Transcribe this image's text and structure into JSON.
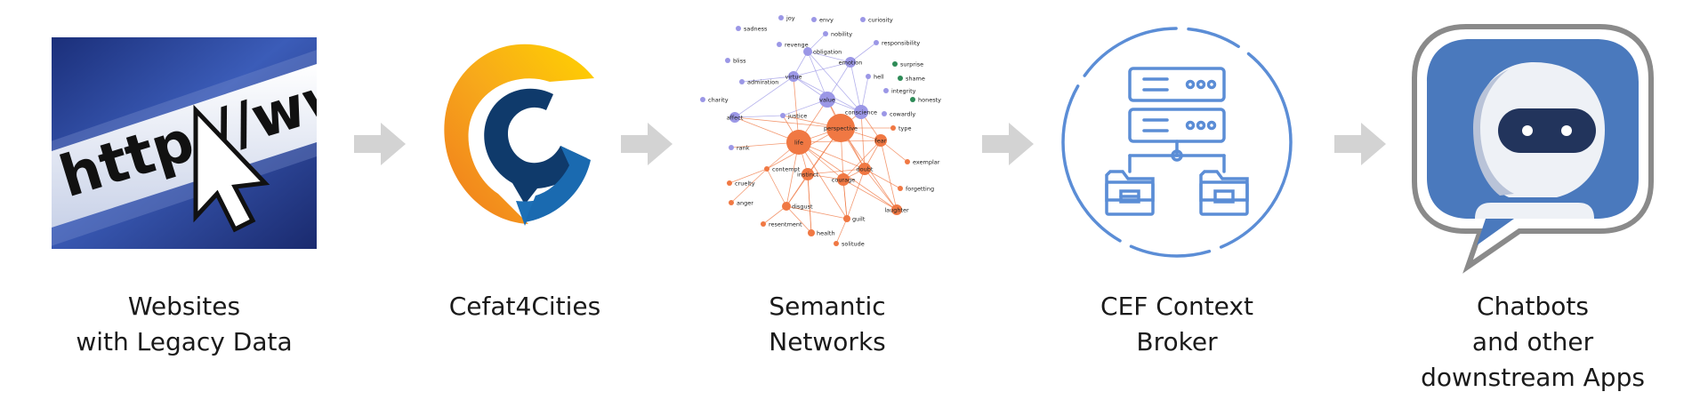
{
  "stages": [
    {
      "id": "websites",
      "icon": "browser-url-cursor-icon",
      "url_text": "http://www",
      "label_lines": [
        "Websites",
        "with Legacy Data"
      ]
    },
    {
      "id": "cefat4cities",
      "icon": "cefat4cities-logo",
      "label_lines": [
        "Cefat4Cities"
      ]
    },
    {
      "id": "semantic-networks",
      "icon": "semantic-network-graph",
      "label_lines": [
        "Semantic",
        "Networks"
      ]
    },
    {
      "id": "cef-context-broker",
      "icon": "server-folders-icon",
      "label_lines": [
        "CEF Context",
        "Broker"
      ]
    },
    {
      "id": "chatbots",
      "icon": "chatbot-robot-icon",
      "label_lines": [
        "Chatbots",
        "and other",
        "downstream Apps"
      ]
    }
  ],
  "network": {
    "nodes": [
      {
        "label": "joy",
        "group": "purple"
      },
      {
        "label": "sadness",
        "group": "purple"
      },
      {
        "label": "envy",
        "group": "purple"
      },
      {
        "label": "curiosity",
        "group": "purple"
      },
      {
        "label": "nobility",
        "group": "purple"
      },
      {
        "label": "revenge",
        "group": "purple"
      },
      {
        "label": "responsibility",
        "group": "purple"
      },
      {
        "label": "obligation",
        "group": "purple"
      },
      {
        "label": "bliss",
        "group": "purple"
      },
      {
        "label": "surprise",
        "group": "green"
      },
      {
        "label": "emotion",
        "group": "purple"
      },
      {
        "label": "hell",
        "group": "purple"
      },
      {
        "label": "shame",
        "group": "green"
      },
      {
        "label": "admiration",
        "group": "purple"
      },
      {
        "label": "virtue",
        "group": "purple"
      },
      {
        "label": "integrity",
        "group": "purple"
      },
      {
        "label": "honesty",
        "group": "green"
      },
      {
        "label": "charity",
        "group": "purple"
      },
      {
        "label": "value",
        "group": "purple"
      },
      {
        "label": "conscience",
        "group": "purple"
      },
      {
        "label": "cowardly",
        "group": "purple"
      },
      {
        "label": "affect",
        "group": "purple"
      },
      {
        "label": "justice",
        "group": "purple"
      },
      {
        "label": "perspective",
        "group": "orange"
      },
      {
        "label": "type",
        "group": "orange"
      },
      {
        "label": "life",
        "group": "orange"
      },
      {
        "label": "fear",
        "group": "orange"
      },
      {
        "label": "rank",
        "group": "purple"
      },
      {
        "label": "exemplar",
        "group": "orange"
      },
      {
        "label": "contempt",
        "group": "orange"
      },
      {
        "label": "doubt",
        "group": "orange"
      },
      {
        "label": "instinct",
        "group": "orange"
      },
      {
        "label": "courage",
        "group": "orange"
      },
      {
        "label": "cruelty",
        "group": "orange"
      },
      {
        "label": "forgetting",
        "group": "orange"
      },
      {
        "label": "anger",
        "group": "orange"
      },
      {
        "label": "disgust",
        "group": "orange"
      },
      {
        "label": "laughter",
        "group": "orange"
      },
      {
        "label": "guilt",
        "group": "orange"
      },
      {
        "label": "resentment",
        "group": "orange"
      },
      {
        "label": "health",
        "group": "orange"
      },
      {
        "label": "solitude",
        "group": "orange"
      }
    ]
  },
  "colors": {
    "purple": "#9b97e6",
    "orange": "#f07843",
    "green": "#2e8b57",
    "arrow": "#d3d3d3",
    "broker": "#5b8dd6",
    "bot_blue": "#4a79bd",
    "text": "#1a1a1a"
  }
}
